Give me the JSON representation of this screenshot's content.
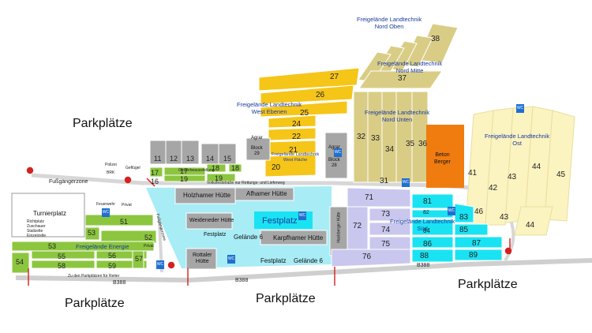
{
  "headings": {
    "parking_top_left": "Parkplätze",
    "parking_bottom_left": "Parkplätze",
    "parking_bottom_center": "Parkplätze",
    "parking_bottom_right": "Parkplätze"
  },
  "zones": {
    "nord_oben": [
      "Freigelände Landtechnik",
      "Nord Oben"
    ],
    "nord_mitte": [
      "Freigelände Landtechnik",
      "Nord Mitte"
    ],
    "nord_unten": [
      "Freigelände Landtechnik",
      "Nord Unten"
    ],
    "west_ebenen": [
      "Freigelände Landtechnik",
      "West Ebenen"
    ],
    "west_flaeche": [
      "Freigelände Landtechnik",
      "West Fläche"
    ],
    "ost": [
      "Freigelände Landtechnik",
      "Ost"
    ],
    "sued": [
      "Freigelände Landtechnik",
      "Süd"
    ],
    "energie": [
      "Freigelände Energie"
    ]
  },
  "buildings": {
    "holzhamer": "Holzhamer Hütte",
    "afhamer": "Afhamer Hütte",
    "weideneder": "Weideneder Hütte",
    "festplatz_center": "Festplatz",
    "festplatz_small": "Festplatz",
    "gelaende6_top": "Gelände 6",
    "karpfhamer": "Karpfhamer Hütte",
    "rottaler": [
      "Rottaler",
      "Hütte"
    ],
    "festplatz_bottom": "Festplatz",
    "gelaende6_bottom": "Gelände 6",
    "hackberger": "Hackberger Hütte",
    "turnierplatz": "Turnierplatz",
    "beton_berger": [
      "Beton",
      "Berger"
    ],
    "block29": [
      "Block",
      "29"
    ],
    "block28": [
      "Block",
      "28"
    ],
    "agrar1": "Agrar",
    "agrar2": "Agrar",
    "polizei": "Polizei",
    "brk": "BRK",
    "gefluegel": "Geflügel",
    "privat1": "Privat",
    "privat2": "Privat",
    "feuerwehr": "Feuerwehr"
  },
  "roads": {
    "fussgaengerzone": "Fußgängerzone",
    "volksfeststrasse": "Volksfeststraße nur Rettungs- und Lieferweg",
    "b388_left": "B388",
    "b388_center": "B388",
    "b388_right": "B388",
    "zu_parkplaetzen": "Zu den Parkplätzen für Reiter",
    "fussgaengerzone_vertical": "Fußgängerzone"
  },
  "misc": {
    "wc": "WC",
    "gewerbeausstellung": "Gewerbeausstellung",
    "turnier_sub": [
      "Richtplatz",
      "Zuschauer",
      "Stallzelte",
      "Einzelzelte"
    ]
  },
  "plots": {
    "n11": "11",
    "n12": "12",
    "n13": "13",
    "n14": "14",
    "n15": "15",
    "n16": "16",
    "n17": "17",
    "n18": "18",
    "n19": "19",
    "n20": "20",
    "n21": "21",
    "n22": "22",
    "n24": "24",
    "n25": "25",
    "n26": "26",
    "n27": "27",
    "n31": "31",
    "n32": "32",
    "n33": "33",
    "n34": "34",
    "n35": "35",
    "n36": "36",
    "n37": "37",
    "n38": "38",
    "n41": "41",
    "n42": "42",
    "n43a": "43",
    "n43b": "43",
    "n44a": "44",
    "n44b": "44",
    "n45": "45",
    "n46": "46",
    "n51": "51",
    "n52": "52",
    "n53a": "53",
    "n53b": "53",
    "n54": "54",
    "n55": "55",
    "n56": "56",
    "n57": "57",
    "n58": "58",
    "n59": "59",
    "n71": "71",
    "n72": "72",
    "n73": "73",
    "n74": "74",
    "n75": "75",
    "n76": "76",
    "n81": "81",
    "n82": "82",
    "n83": "83",
    "n84": "84",
    "n85": "85",
    "n86": "86",
    "n87": "87",
    "n88": "88",
    "n89": "89"
  },
  "colors": {
    "yellow_gold": "#f5c518",
    "khaki": "#d9cd86",
    "cream": "#fbf3c0",
    "lavender": "#c9c7ee",
    "cyan": "#19e3f2",
    "light_cyan": "#a8ecf6",
    "green": "#8cc63f",
    "gray": "#a6a6a6",
    "orange": "#f07c10",
    "road_gray": "#cfcfcf",
    "zone_blue": "#1a3a9e",
    "marker_red": "#d62020"
  }
}
